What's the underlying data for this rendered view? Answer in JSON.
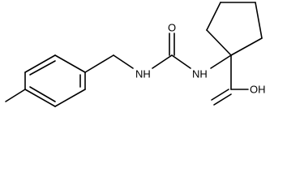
{
  "molecule": {
    "atoms": {
      "carbonyl_oxygen": "O",
      "urea_nh_left": "NH",
      "urea_nh_right": "NH",
      "carboxylic_acid": "OH"
    }
  }
}
